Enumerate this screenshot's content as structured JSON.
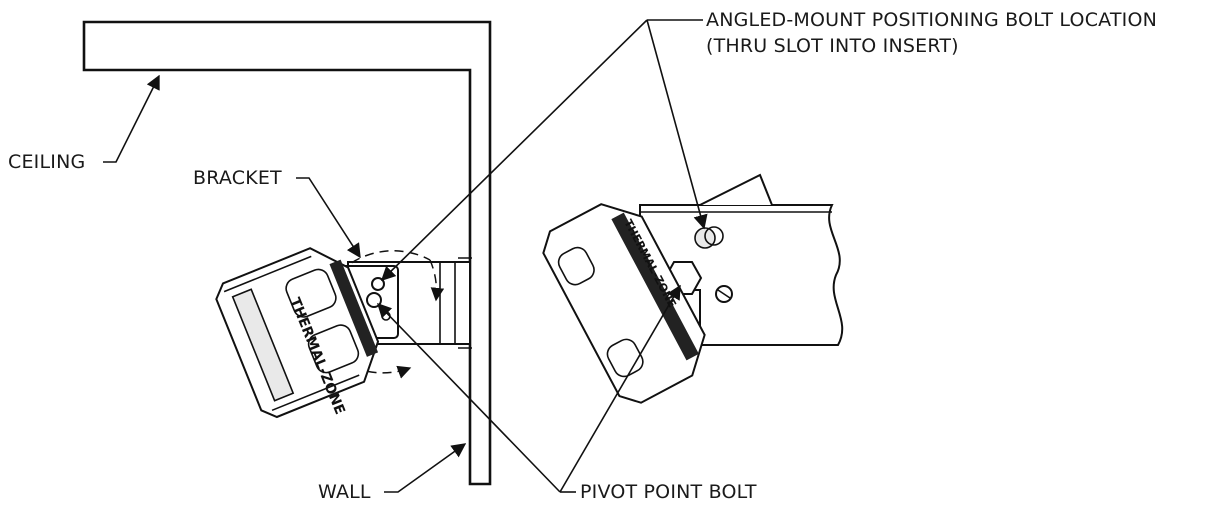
{
  "labels": {
    "ceiling": "CEILING",
    "bracket": "BRACKET",
    "wall": "WALL",
    "angled_mount_line1": "ANGLED-MOUNT POSITIONING BOLT LOCATION",
    "angled_mount_line2": "(THRU SLOT INTO INSERT)",
    "pivot_point_bolt": "PIVOT POINT BOLT"
  },
  "device_branding": "THERMAL-ZONE",
  "colors": {
    "line": "#111111",
    "background": "#ffffff"
  }
}
